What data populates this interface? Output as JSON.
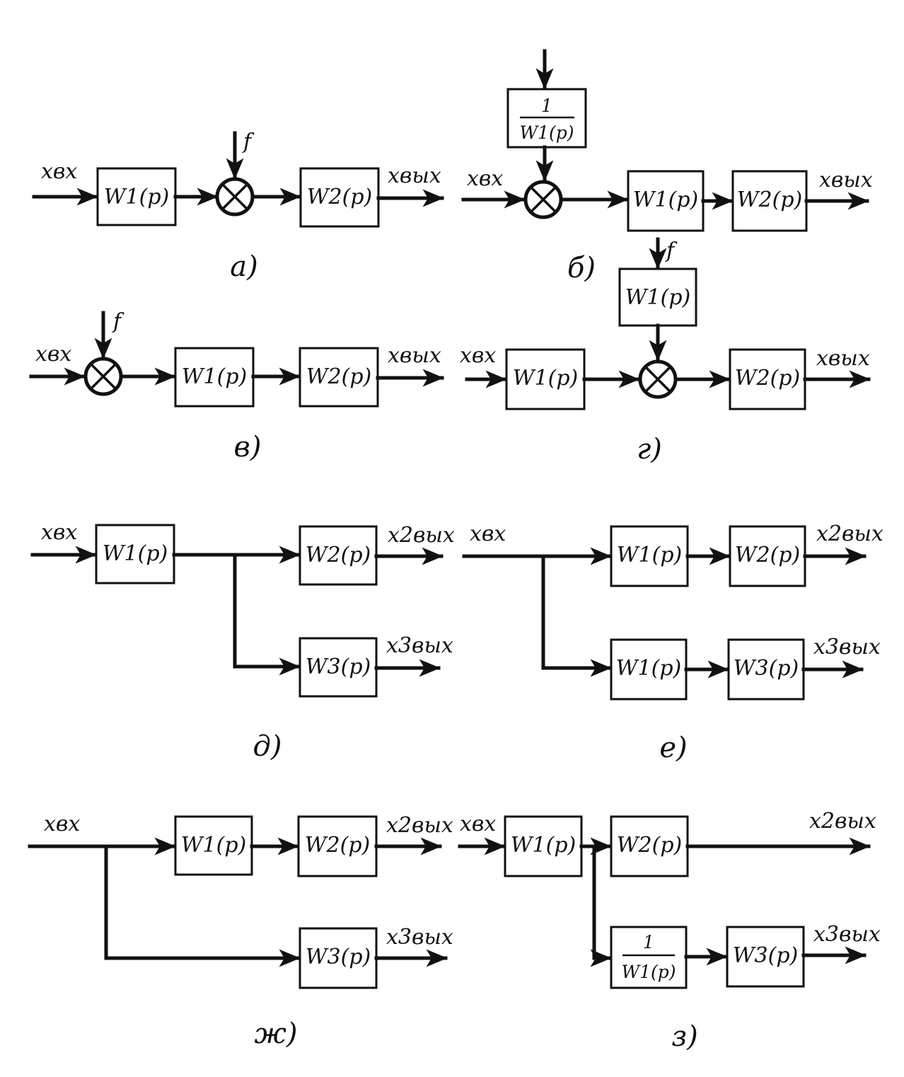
{
  "panels": [
    {
      "caption": "а)",
      "blocks": [
        {
          "label": "W1(p)"
        },
        {
          "label": "W2(p)"
        }
      ],
      "signals": {
        "input": "xвх",
        "output": "xвых",
        "disturbance": "f"
      }
    },
    {
      "caption": "б)",
      "blocks": [
        {
          "label": "1",
          "denominator": "W1(p)"
        },
        {
          "label": "W1(p)"
        },
        {
          "label": "W2(p)"
        }
      ],
      "signals": {
        "input": "xвх",
        "output": "xвых"
      }
    },
    {
      "caption": "в)",
      "blocks": [
        {
          "label": "W1(p)"
        },
        {
          "label": "W2(p)"
        }
      ],
      "signals": {
        "input": "xвх",
        "output": "xвых",
        "disturbance": "f"
      }
    },
    {
      "caption": "г)",
      "blocks": [
        {
          "label": "W1(p)"
        },
        {
          "label": "W1(p)"
        },
        {
          "label": "W2(p)"
        }
      ],
      "signals": {
        "input": "xвх",
        "output": "xвых",
        "disturbance": "f"
      }
    },
    {
      "caption": "д)",
      "blocks": [
        {
          "label": "W1(p)"
        },
        {
          "label": "W2(p)"
        },
        {
          "label": "W3(p)"
        }
      ],
      "signals": {
        "input": "xвх",
        "output_2": "x2вых",
        "output_3": "x3вых"
      }
    },
    {
      "caption": "е)",
      "blocks": [
        {
          "label": "W1(p)"
        },
        {
          "label": "W2(p)"
        },
        {
          "label": "W1(p)"
        },
        {
          "label": "W3(p)"
        }
      ],
      "signals": {
        "input": "xвх",
        "output_2": "x2вых",
        "output_3": "x3вых"
      }
    },
    {
      "caption": "ж)",
      "blocks": [
        {
          "label": "W1(p)"
        },
        {
          "label": "W2(p)"
        },
        {
          "label": "W3(p)"
        }
      ],
      "signals": {
        "input": "xвх",
        "output_2": "x2вых",
        "output_3": "x3вых"
      }
    },
    {
      "caption": "з)",
      "blocks": [
        {
          "label": "W1(p)"
        },
        {
          "label": "W2(p)"
        },
        {
          "label": "1",
          "denominator": "W1(p)"
        },
        {
          "label": "W3(p)"
        }
      ],
      "signals": {
        "input": "xвх",
        "output_2": "x2вых",
        "output_3": "x3вых"
      }
    }
  ]
}
